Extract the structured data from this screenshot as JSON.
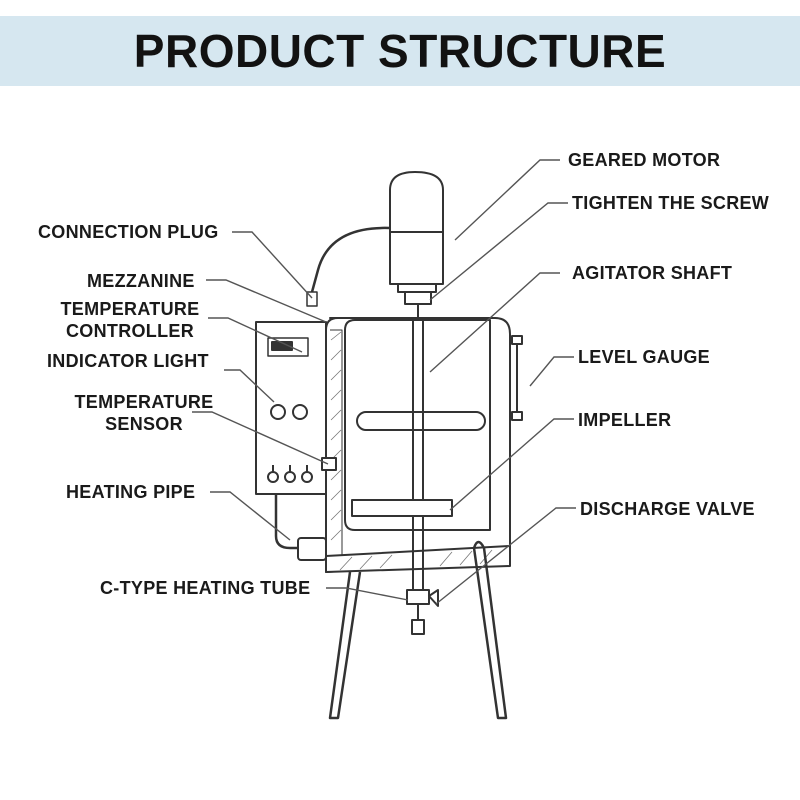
{
  "title": "PRODUCT STRUCTURE",
  "labels": {
    "geared_motor": "GEARED MOTOR",
    "tighten_screw": "TIGHTEN THE SCREW",
    "connection_plug": "CONNECTION PLUG",
    "agitator_shaft": "AGITATOR SHAFT",
    "mezzanine": "MEZZANINE",
    "temperature_controller": "TEMPERATURE\nCONTROLLER",
    "level_gauge": "LEVEL GAUGE",
    "indicator_light": "INDICATOR LIGHT",
    "temperature_sensor": "TEMPERATURE\nSENSOR",
    "impeller": "IMPELLER",
    "heating_pipe": "HEATING PIPE",
    "discharge_valve": "DISCHARGE VALVE",
    "c_type_heating_tube": "C-TYPE HEATING TUBE"
  },
  "colors": {
    "title_bar": "#d6e7f0",
    "line": "#333333",
    "leader": "#555555"
  }
}
